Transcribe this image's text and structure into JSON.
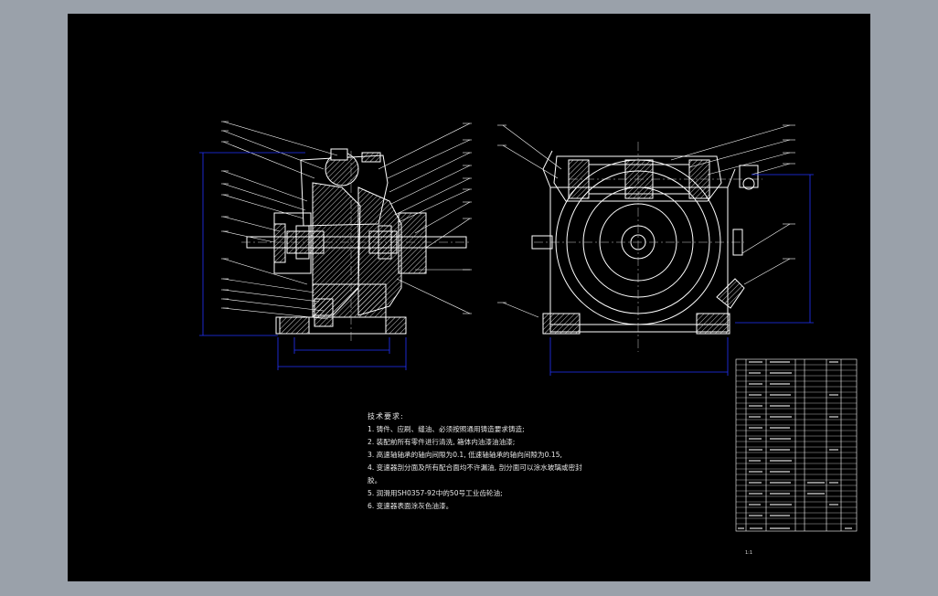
{
  "technical_requirements": {
    "title": "技术要求:",
    "items": [
      "1. 铸件、应刷、缝油、必须按照通用铸造要求铸造;",
      "2. 装配前所有零件进行清洗, 箱体内油漆油油漆;",
      "3. 高速轴轴承的轴向间隙为0.1, 低速轴轴承的轴向间隙为0.15,",
      "4. 变速器剖分面及所有配合面均不许漏油, 剖分面可以涂水玻璃或密封",
      "胶。",
      "5. 润滑用SH0357-92中的50号工业齿轮油;",
      "6. 变速器表面涂灰色油漆。"
    ]
  },
  "title_block": {
    "scale_mark": "1:1"
  },
  "colors": {
    "sheet": "#000000",
    "frame": "#9aa1aa",
    "lines": "#ffffff",
    "dimensions": "#2233ff",
    "centerlines": "#cccccc"
  }
}
